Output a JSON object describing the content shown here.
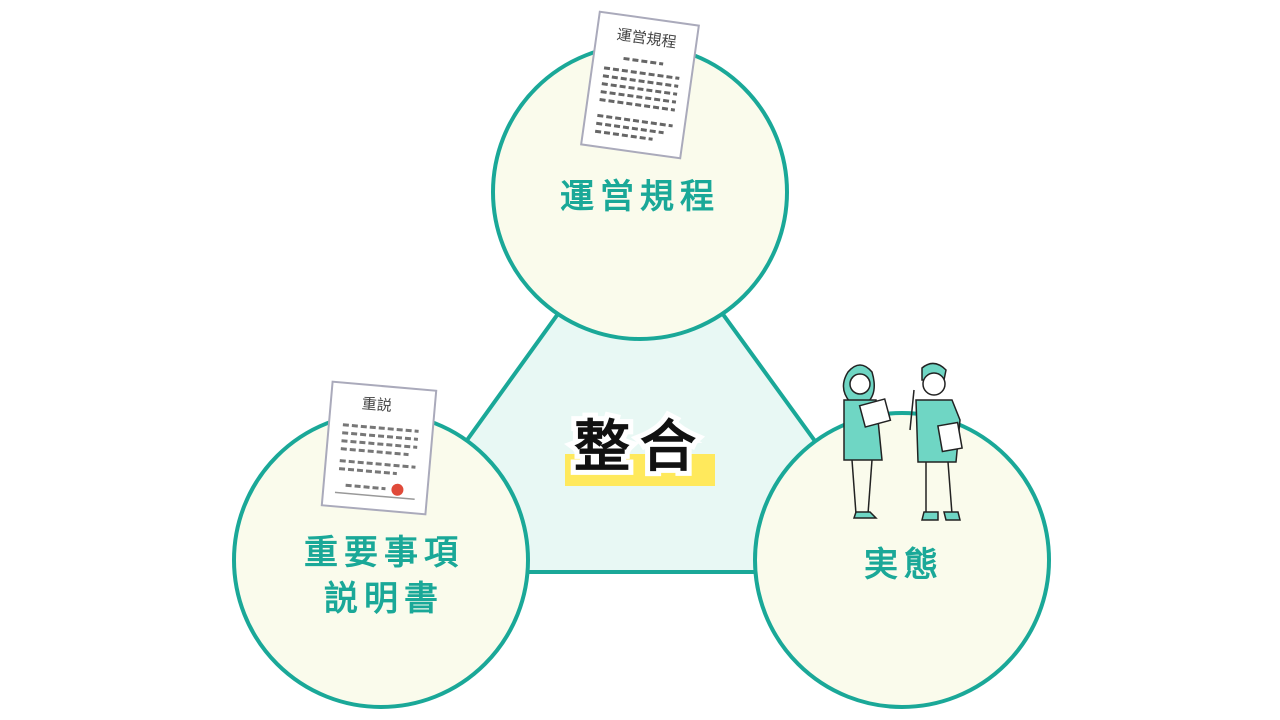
{
  "diagram": {
    "center_label": "整合",
    "nodes": [
      {
        "id": "top",
        "label": "運営規程",
        "doc_title": "運営規程"
      },
      {
        "id": "left",
        "label_lines": [
          "重要事項",
          "説明書"
        ],
        "doc_title": "重説"
      },
      {
        "id": "right",
        "label": "実態"
      }
    ],
    "colors": {
      "stroke": "#1aa898",
      "circle_fill": "#fafbec",
      "triangle_fill": "#e8f8f4",
      "highlight": "#ffe95c",
      "stamp": "#e04a3a",
      "scrubs": "#6fd6c4"
    }
  }
}
